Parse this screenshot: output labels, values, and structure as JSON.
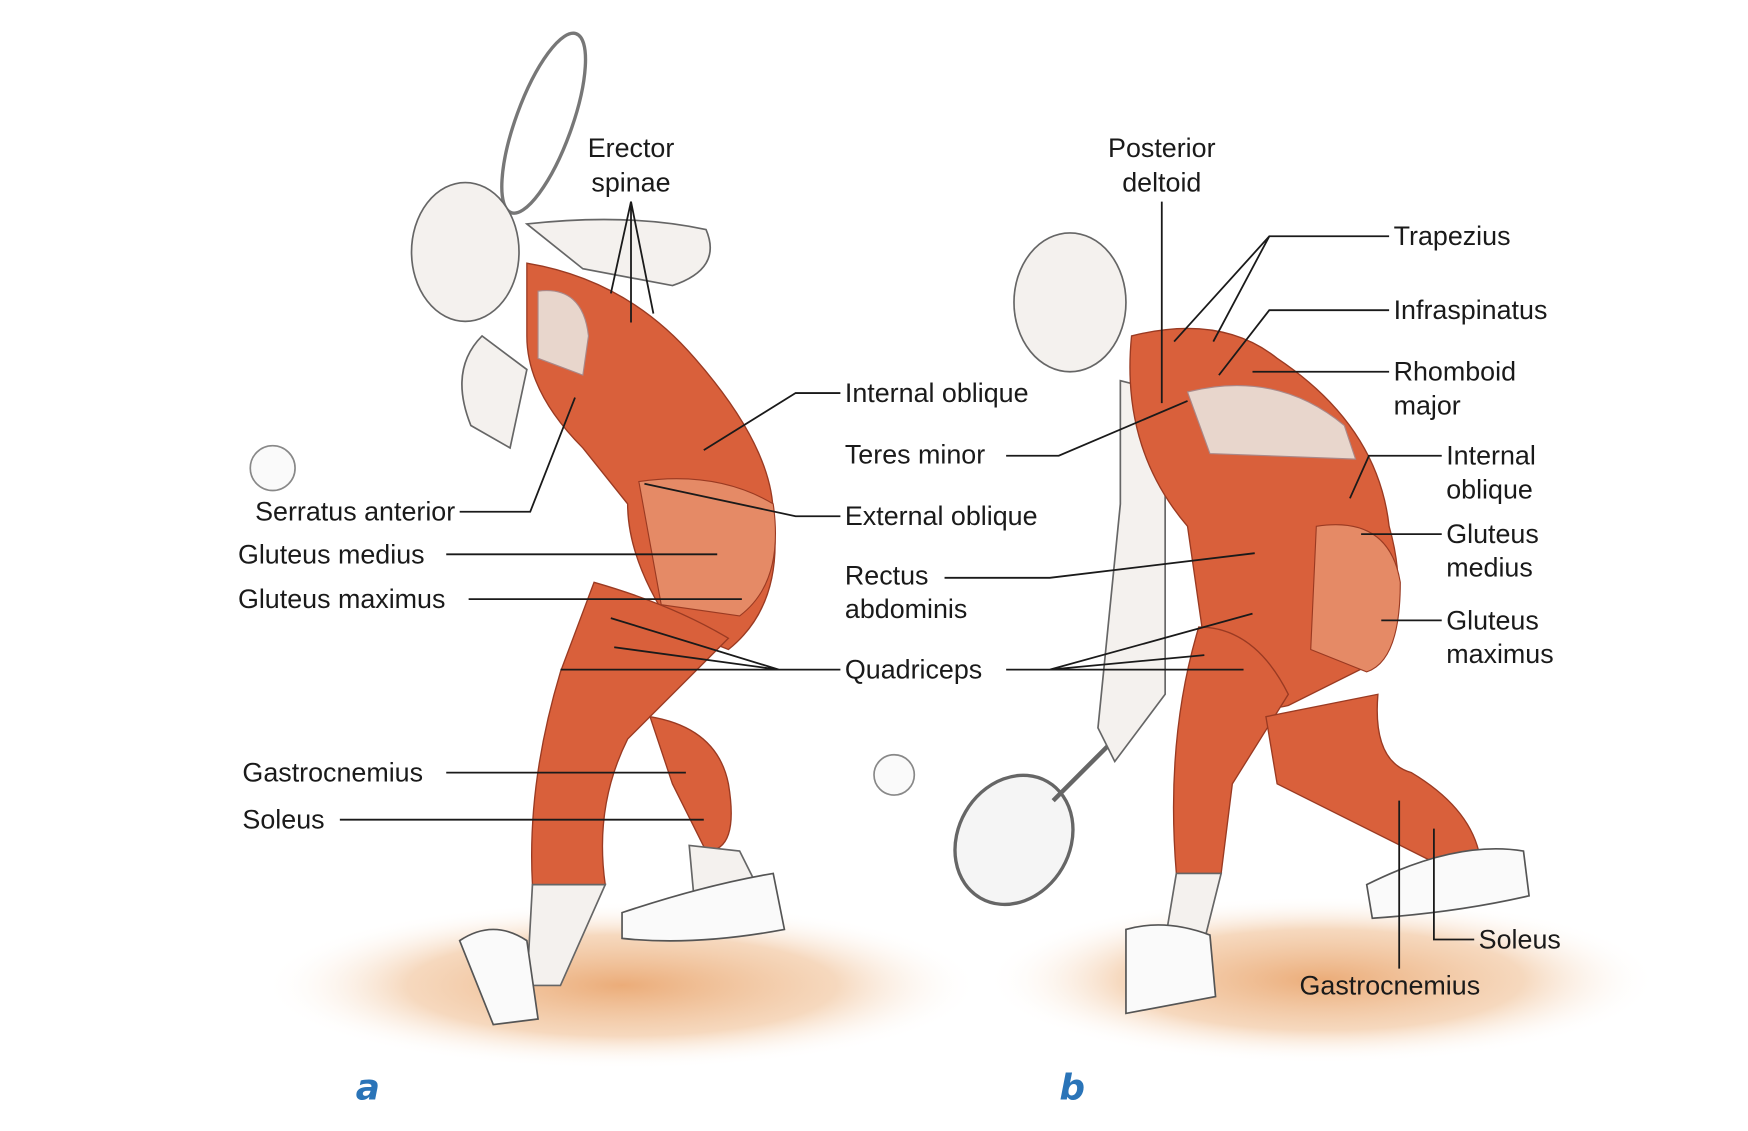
{
  "panels": {
    "a": "a",
    "b": "b"
  },
  "accent_color": "#2a74b8",
  "muscle_color": "#d9603b",
  "figure_a": {
    "labels": {
      "erector_1": "Erector",
      "erector_2": "spinae",
      "internal_oblique": "Internal oblique",
      "serratus_anterior": "Serratus anterior",
      "gluteus_medius": "Gluteus medius",
      "gluteus_maximus": "Gluteus maximus",
      "external_oblique": "External oblique",
      "quadriceps": "Quadriceps",
      "gastrocnemius": "Gastrocnemius",
      "soleus": "Soleus"
    }
  },
  "figure_b": {
    "labels": {
      "posterior_deltoid_1": "Posterior",
      "posterior_deltoid_2": "deltoid",
      "trapezius": "Trapezius",
      "infraspinatus": "Infraspinatus",
      "rhomboid_1": "Rhomboid",
      "rhomboid_2": "major",
      "teres_minor": "Teres minor",
      "rectus_1": "Rectus",
      "rectus_2": "abdominis",
      "internal_oblique_1": "Internal",
      "internal_oblique_2": "oblique",
      "gluteus_medius_1": "Gluteus",
      "gluteus_medius_2": "medius",
      "gluteus_maximus_1": "Gluteus",
      "gluteus_maximus_2": "maximus",
      "soleus": "Soleus",
      "gastrocnemius": "Gastrocnemius"
    }
  }
}
